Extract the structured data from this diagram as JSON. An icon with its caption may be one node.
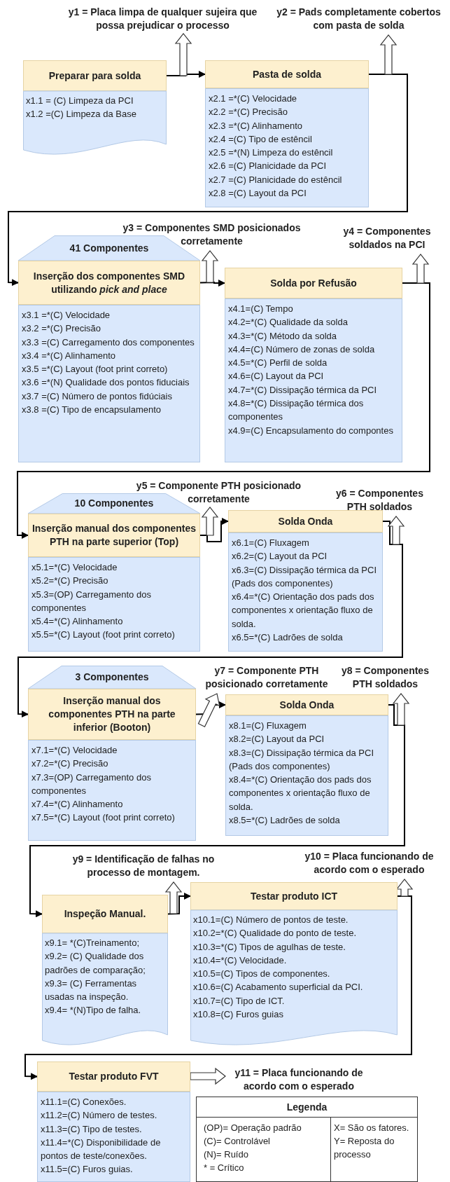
{
  "diagram": {
    "nodes": [
      {
        "text": [
          "y1 = Placa limpa de qualquer sujeira que possa prejudicar o processo"
        ]
      },
      {
        "text": [
          "y2 = Pads completamente cobertos com pasta de solda"
        ]
      },
      {
        "text": [
          "Preparar para solda",
          "x1.1 = (C) Limpeza da PCI",
          "x1.2 =(C) Limpeza da Base"
        ]
      },
      {
        "text": [
          "Pasta de solda",
          "x2.1 =*(C)  Velocidade",
          "x2.2 =*(C)  Precisão",
          "x2.3 =*(C) Alinhamento",
          "x2.4 =(C) Tipo de estêncil",
          "x2.5 =*(N) Limpeza do estêncil",
          "x2.6 =(C) Planicidade da PCI",
          "x2.7 =(C) Planicidade do estêncil",
          "x2.8 =(C) Layout da PCI"
        ]
      },
      {
        "text": [
          "y3 = Componentes SMD posicionados corretamente"
        ]
      },
      {
        "text": [
          "y4 = Componentes soldados na PCI"
        ]
      },
      {
        "text": [
          "41 Componentes"
        ]
      },
      {
        "text": [
          "Inserção dos componentes SMD utilizando *pick and place*",
          "x3.1 =*(C) Velocidade",
          "x3.2 =*(C) Precisão",
          "x3.3 =(C) Carregamento dos componentes",
          "x3.4 =*(C) Alinhamento",
          "x3.5 =*(C) Layout (foot print correto)",
          "x3.6 =*(N) Qualidade dos pontos fiduciais",
          "x3.7 =(C) Número de pontos fidúciais",
          "x3.8 =(C) Tipo de encapsulamento"
        ]
      },
      {
        "text": [
          "Solda por Refusão",
          "x4.1=(C)  Tempo",
          "x4.2=*(C) Qualidade da solda",
          "x4.3=*(C) Método da solda",
          "x4.4=(C) Número de zonas de solda",
          "x4.5=*(C) Perfil de solda",
          "x4.6=(C) Layout da PCI",
          "x4.7=*(C) Dissipação térmica da PCI",
          "x4.8=*(C) Dissipação térmica dos componentes",
          "x4.9=(C) Encapsulamento do compontes"
        ]
      },
      {
        "text": [
          "y5 = Componente PTH posicionado corretamente"
        ]
      },
      {
        "text": [
          "y6 = Componentes PTH soldados"
        ]
      },
      {
        "text": [
          "10 Componentes"
        ]
      },
      {
        "text": [
          "Inserção manual dos componentes PTH na parte superior (Top)",
          "x5.1=*(C) Velocidade",
          "x5.2=*(C) Precisão",
          "x5.3=(OP) Carregamento dos componentes",
          "x5.4=*(C) Alinhamento",
          "x5.5=*(C) Layout (foot print correto)"
        ]
      },
      {
        "text": [
          "Solda Onda",
          "x6.1=(C) Fluxagem",
          "x6.2=(C) Layout da PCI",
          "x6.3=(C) Dissipação térmica da PCI (Pads dos componentes)",
          "x6.4=*(C) Orientação dos pads dos componentes  x orientação fluxo de solda.",
          "x6.5=*(C) Ladrões de solda"
        ]
      },
      {
        "text": [
          "3 Componentes"
        ]
      },
      {
        "text": [
          "y7 = Componente PTH posicionado corretamente"
        ]
      },
      {
        "text": [
          "y8 = Componentes PTH soldados"
        ]
      },
      {
        "text": [
          "Inserção manual dos componentes PTH na parte inferior (Booton)",
          "x7.1=*(C) Velocidade",
          "x7.2=*(C) Precisão",
          "x7.3=(OP) Carregamento dos componentes",
          "x7.4=*(C) Alinhamento",
          "x7.5=*(C) Layout (foot print correto)"
        ]
      },
      {
        "text": [
          "Solda Onda",
          "x8.1=(C) Fluxagem",
          "x8.2=(C) Layout da PCI",
          "x8.3=(C) Dissipação térmica da PCI (Pads dos componentes)",
          "x8.4=*(C) Orientação dos pads dos componentes  x orientação fluxo de solda.",
          "x8.5=*(C) Ladrões de solda"
        ]
      },
      {
        "text": [
          "y9 =  Identificação de falhas no processo de montagem."
        ]
      },
      {
        "text": [
          "y10 = Placa funcionando de acordo com o esperado"
        ]
      },
      {
        "text": [
          "Inspeção Manual.",
          "x9.1= *(C)Treinamento;",
          "x9.2= (C) Qualidade dos padrões de comparação;",
          "x9.3= (C) Ferramentas usadas na inspeção.",
          "x9.4= *(N)Tipo de falha."
        ]
      },
      {
        "text": [
          "Testar  produto ICT",
          "x10.1=(C) Número de pontos de teste.",
          "x10.2=*(C) Qualidade do ponto de teste.",
          "x10.3=*(C) Tipos de agulhas de teste.",
          "x10.4=*(C) Velocidade.",
          "x10.5=(C) Tipos de componentes.",
          "x10.6=(C) Acabamento superficial da PCI.",
          "x10.7=(C) Tipo de ICT.",
          "x10.8=(C) Furos guias"
        ]
      },
      {
        "text": [
          "Testar  produto FVT",
          "x11.1=(C) Conexões.",
          "x11.2=(C) Número de testes.",
          "x11.3=(C) Tipo de testes.",
          "x11.4=*(C) Disponibilidade de pontos de teste/conexões.",
          "x11.5=(C) Furos guias."
        ]
      },
      {
        "text": [
          "y11 = Placa funcionando de acordo com o esperado"
        ]
      }
    ],
    "edges": [
      {
        "from": 2,
        "to": 3,
        "arrow": "to"
      },
      {
        "from": 3,
        "to": 7,
        "arrow": "to"
      },
      {
        "from": 7,
        "to": 8,
        "arrow": "to"
      },
      {
        "from": 8,
        "to": 12,
        "arrow": "to"
      },
      {
        "from": 12,
        "to": 13,
        "arrow": "to"
      },
      {
        "from": 13,
        "to": 17,
        "arrow": "to"
      },
      {
        "from": 17,
        "to": 18,
        "arrow": "to"
      },
      {
        "from": 18,
        "to": 21,
        "arrow": "to"
      },
      {
        "from": 21,
        "to": 22,
        "arrow": "to"
      },
      {
        "from": 22,
        "to": 23,
        "arrow": "to"
      },
      {
        "from": 2,
        "to": 0,
        "arrow": "to",
        "style": "thick"
      },
      {
        "from": 3,
        "to": 1,
        "arrow": "to",
        "style": "thick"
      },
      {
        "from": 7,
        "to": 4,
        "arrow": "to",
        "style": "thick"
      },
      {
        "from": 8,
        "to": 5,
        "arrow": "to",
        "style": "thick"
      },
      {
        "from": 12,
        "to": 9,
        "arrow": "to",
        "style": "thick"
      },
      {
        "from": 13,
        "to": 10,
        "arrow": "to",
        "style": "thick"
      },
      {
        "from": 17,
        "to": 15,
        "arrow": "to",
        "style": "thick"
      },
      {
        "from": 18,
        "to": 16,
        "arrow": "to",
        "style": "thick"
      },
      {
        "from": 21,
        "to": 19,
        "arrow": "to",
        "style": "thick"
      },
      {
        "from": 22,
        "to": 20,
        "arrow": "to",
        "style": "thick"
      },
      {
        "from": 23,
        "to": 24,
        "arrow": "to",
        "style": "thick"
      }
    ],
    "labels": [
      "Legenda",
      "(OP)= Operação padrão",
      "(C)= Controlável",
      "(N)= Ruído",
      "* = Crítico",
      "X= São os fatores.",
      "Y= Reposta do processo"
    ]
  }
}
